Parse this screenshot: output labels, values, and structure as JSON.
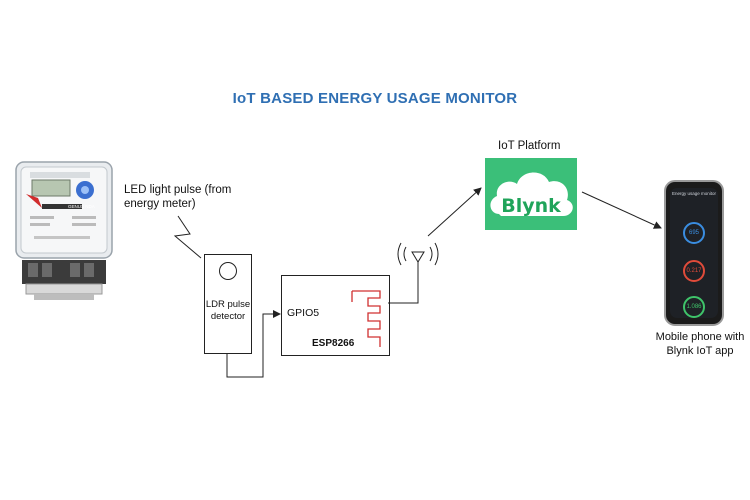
{
  "title": "IoT BASED ENERGY USAGE MONITOR",
  "labels": {
    "led_line1": "LED light pulse (from",
    "led_line2": "energy meter)",
    "iot_platform": "IoT Platform",
    "mobile_line1": "Mobile phone with",
    "mobile_line2": "Blynk IoT app"
  },
  "ldr": {
    "line1": "LDR pulse",
    "line2": "detector"
  },
  "esp": {
    "pin": "GPIO5",
    "name": "ESP8266"
  },
  "blynk": {
    "logo_text": "Blynk",
    "color": "#3bbf79"
  },
  "phone": {
    "header": "Energy usage monitor",
    "gauges": [
      {
        "value": "695",
        "color": "#3a8de0"
      },
      {
        "value": "0.217",
        "color": "#e04b3a"
      },
      {
        "value": "1.086",
        "color": "#3fc46a"
      }
    ]
  },
  "meter": {
    "brand": "GENUS NDA"
  },
  "colors": {
    "title": "#2f6fb3",
    "wire": "#222222",
    "antenna_trace": "#d03030"
  }
}
